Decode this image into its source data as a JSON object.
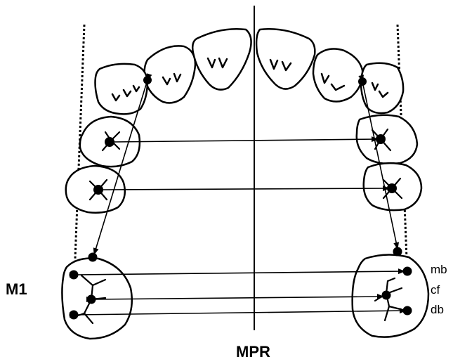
{
  "labels": {
    "m1": "M1",
    "mpr": "MPR",
    "mb": "mb",
    "cf": "cf",
    "db": "db"
  },
  "colors": {
    "ink": "#000000",
    "background": "#ffffff"
  }
}
